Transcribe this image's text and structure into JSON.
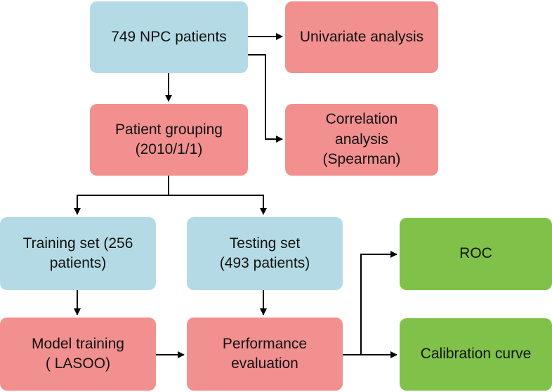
{
  "nodes": {
    "patients": {
      "lines": [
        "749 NPC patients"
      ],
      "color": "#b4dbe5"
    },
    "univariate": {
      "lines": [
        "Univariate analysis"
      ],
      "color": "#f28f8f"
    },
    "grouping": {
      "lines": [
        "Patient grouping",
        "(2010/1/1)"
      ],
      "color": "#f28f8f"
    },
    "correlation": {
      "lines": [
        "Correlation",
        "analysis",
        "(Spearman)"
      ],
      "color": "#f28f8f"
    },
    "training_set": {
      "lines": [
        "Training set (256",
        "patients)"
      ],
      "color": "#b4dbe5"
    },
    "testing_set": {
      "lines": [
        "Testing set",
        "(493 patients)"
      ],
      "color": "#b4dbe5"
    },
    "model_training": {
      "lines": [
        "Model training",
        "( LASOO)"
      ],
      "color": "#f28f8f"
    },
    "performance": {
      "lines": [
        "Performance",
        "evaluation"
      ],
      "color": "#f28f8f"
    },
    "roc": {
      "lines": [
        "ROC"
      ],
      "color": "#80c14a"
    },
    "calibration": {
      "lines": [
        "Calibration curve"
      ],
      "color": "#80c14a"
    }
  },
  "edges": [
    {
      "from": "patients",
      "to": "univariate"
    },
    {
      "from": "patients",
      "to": "correlation"
    },
    {
      "from": "patients",
      "to": "grouping"
    },
    {
      "from": "grouping",
      "to": "training_set"
    },
    {
      "from": "grouping",
      "to": "testing_set"
    },
    {
      "from": "training_set",
      "to": "model_training"
    },
    {
      "from": "testing_set",
      "to": "performance"
    },
    {
      "from": "model_training",
      "to": "performance"
    },
    {
      "from": "performance",
      "to": "roc"
    },
    {
      "from": "performance",
      "to": "calibration"
    }
  ]
}
